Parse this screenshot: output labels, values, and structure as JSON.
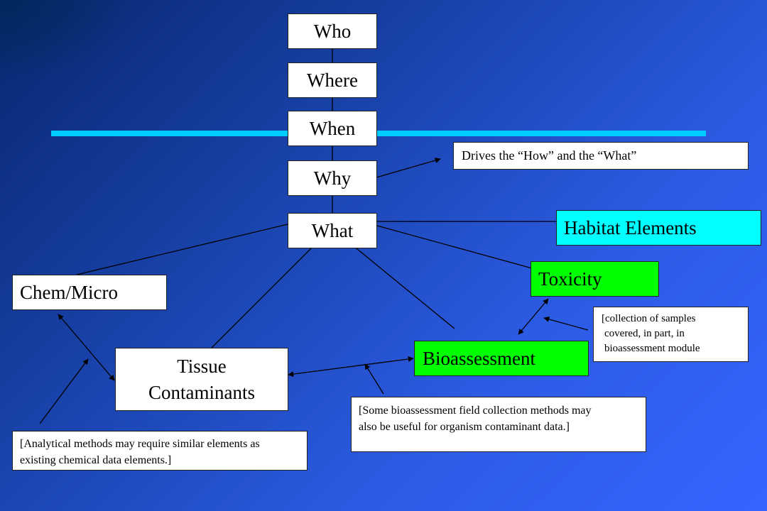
{
  "diagram": {
    "questions": {
      "who": "Who",
      "where": "Where",
      "when": "When",
      "why": "Why",
      "what": "What"
    },
    "categories": {
      "habitat": "Habitat Elements",
      "toxicity": "Toxicity",
      "chem_micro": "Chem/Micro",
      "bioassessment": "Bioassessment",
      "tissue_line1": "Tissue",
      "tissue_line2": "Contaminants"
    },
    "notes": {
      "drives": "Drives the “How” and the “What”",
      "collection_line1": "[collection of samples",
      "collection_line2": "covered, in part, in",
      "collection_line3": "bioassessment module",
      "some_bio_line1": "[Some bioassessment field collection methods may",
      "some_bio_line2": "also be useful for organism contaminant data.]",
      "analytical_line1": "[Analytical methods may require similar elements as",
      "analytical_line2": "existing chemical data elements.]"
    },
    "colors": {
      "background_dark": "#08276e",
      "background_light": "#3565ff",
      "divider_line": "#00ccff",
      "habitat_box": "#00ffff",
      "green_box": "#00ff00",
      "white_box": "#ffffff"
    }
  }
}
